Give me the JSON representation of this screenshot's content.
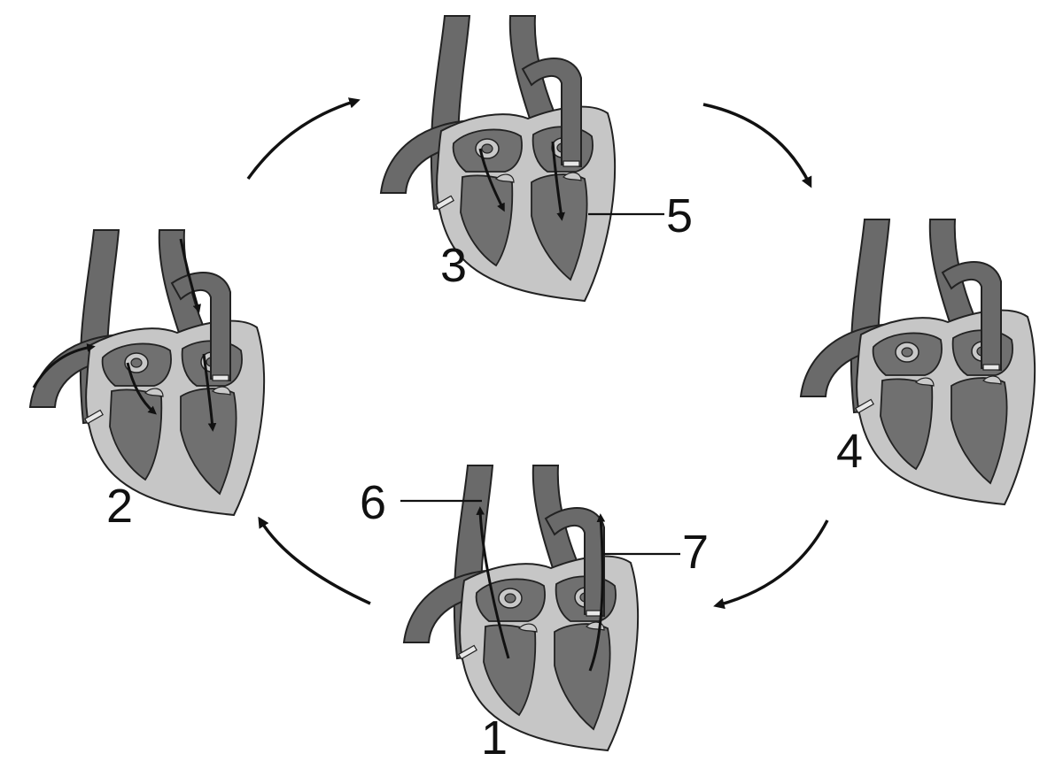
{
  "stages": [
    {
      "id": "1",
      "label": "1"
    },
    {
      "id": "2",
      "label": "2"
    },
    {
      "id": "3",
      "label": "3"
    },
    {
      "id": "4",
      "label": "4"
    }
  ],
  "callouts": [
    {
      "id": "5",
      "label": "5"
    },
    {
      "id": "6",
      "label": "6"
    },
    {
      "id": "7",
      "label": "7"
    }
  ],
  "colors": {
    "outer_wall": "#c6c6c6",
    "chamber": "#707070",
    "vessel": "#6a6a6a",
    "outline": "#222222",
    "valve_hole": "#c9c9c9",
    "arrow": "#111111"
  },
  "icons": {
    "heart": "heart-icon",
    "cycle_arrow": "curved-arrow-icon"
  }
}
